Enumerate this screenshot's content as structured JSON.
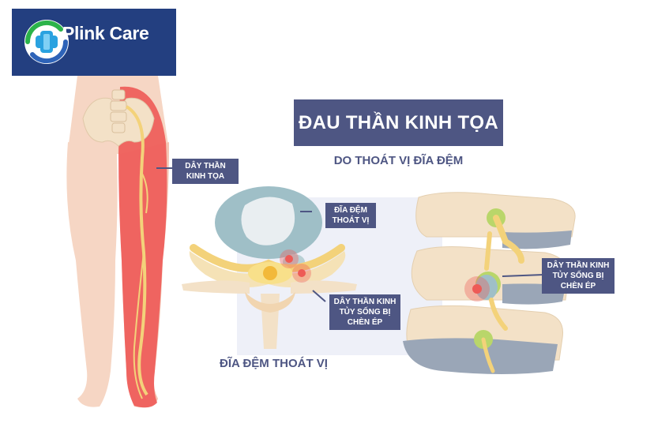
{
  "brand": {
    "name": "Plink Care"
  },
  "title": "ĐAU THẦN KINH TỌA",
  "subtitle": "DO THOÁT VỊ ĐĨA ĐỆM",
  "labels": {
    "sciatic_nerve": [
      "DÂY THẦN",
      "KINH TỌA"
    ],
    "herniated_disc": [
      "ĐĨA ĐỆM",
      "THOÁT VỊ"
    ],
    "compressed_nerve_cross": [
      "DÂY THẦN KINH",
      "TỦY SỐNG BỊ",
      "CHÈN ÉP"
    ],
    "compressed_nerve_side": [
      "DÂY THẦN KINH",
      "TỦY SỐNG BỊ",
      "CHÈN ÉP"
    ]
  },
  "caption": "ĐĨA ĐỆM THOÁT VỊ",
  "colors": {
    "brand_blue": "#233f80",
    "label_bg": "#4e5683",
    "skin": "#f6d6c4",
    "inflamed": "#ee5a56",
    "nerve": "#f3d27a",
    "disc": "#9fbfc7",
    "bone": "#f3e1c7"
  }
}
